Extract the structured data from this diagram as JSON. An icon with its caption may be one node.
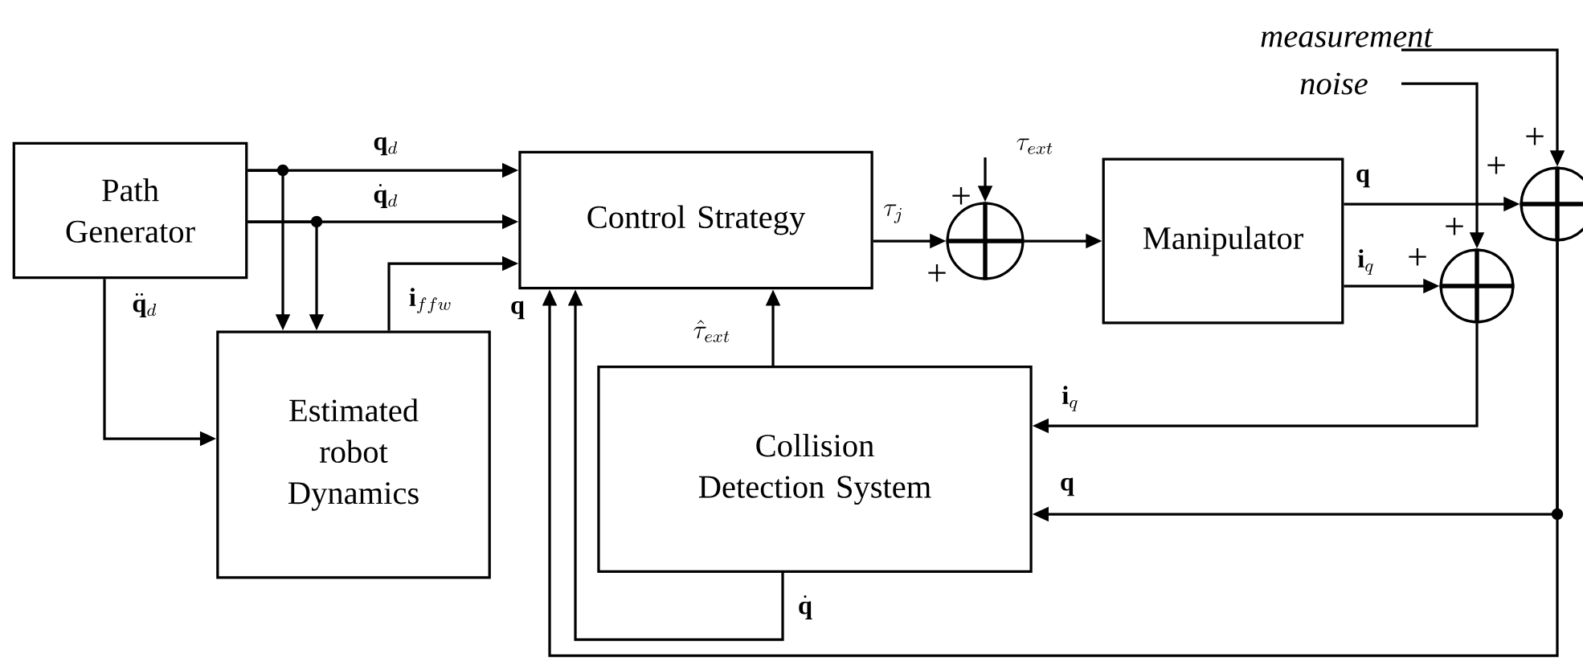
{
  "diagram": {
    "nodes": [
      {
        "text": [
          "Path Generator"
        ]
      },
      {
        "text": [
          "Control Strategy"
        ]
      },
      {
        "text": [
          "Estimated robot Dynamics"
        ]
      },
      {
        "text": [],
        "shape": "circle"
      },
      {
        "text": [
          "Manipulator"
        ]
      },
      {
        "text": [],
        "shape": "circle"
      },
      {
        "text": [],
        "shape": "circle"
      },
      {
        "text": [
          "Collision Detection System"
        ]
      },
      {
        "text": [
          "measurement"
        ]
      },
      {
        "text": [
          "noise"
        ]
      }
    ],
    "edges": [
      {
        "from": 0,
        "to": 1,
        "arrow": "to",
        "label": "\\mathbf{q}_d"
      },
      {
        "from": 0,
        "to": 1,
        "arrow": "to",
        "label": "\\dot{\\mathbf{q}}_d"
      },
      {
        "from": 0,
        "to": 2,
        "arrow": "to"
      },
      {
        "from": 0,
        "to": 2,
        "arrow": "to"
      },
      {
        "from": 0,
        "to": 2,
        "arrow": "to",
        "label": "\\ddot{\\mathbf{q}}_d"
      },
      {
        "from": 2,
        "to": 1,
        "arrow": "to",
        "label": "\\mathbf{i}_{ffw}"
      },
      {
        "from": 1,
        "to": 3,
        "arrow": "to",
        "label": "\\tau_j"
      },
      {
        "from": null,
        "to": 3,
        "arrow": "to",
        "label": "\\tau_{ext}"
      },
      {
        "from": 3,
        "to": 4,
        "arrow": "to"
      },
      {
        "from": 4,
        "to": 6,
        "arrow": "to",
        "label": "\\mathbf{q}"
      },
      {
        "from": 4,
        "to": 5,
        "arrow": "to",
        "label": "\\mathbf{i}_q"
      },
      {
        "from": 8,
        "to": 6,
        "arrow": "to"
      },
      {
        "from": 9,
        "to": 5,
        "arrow": "to"
      },
      {
        "from": 5,
        "to": 7,
        "arrow": "to",
        "label": "\\mathbf{i}_q"
      },
      {
        "from": 6,
        "to": 7,
        "arrow": "to",
        "label": "\\mathbf{q}"
      },
      {
        "from": 6,
        "to": 1,
        "arrow": "to",
        "label": "\\mathbf{q}"
      },
      {
        "from": 7,
        "to": 1,
        "arrow": "to",
        "label": "\\hat{\\tau}_{ext}"
      },
      {
        "from": 7,
        "to": 1,
        "arrow": "to",
        "label": "\\dot{\\mathbf{q}}"
      }
    ],
    "labels": [
      "+",
      "+",
      "+",
      "+",
      "+",
      "+"
    ]
  }
}
